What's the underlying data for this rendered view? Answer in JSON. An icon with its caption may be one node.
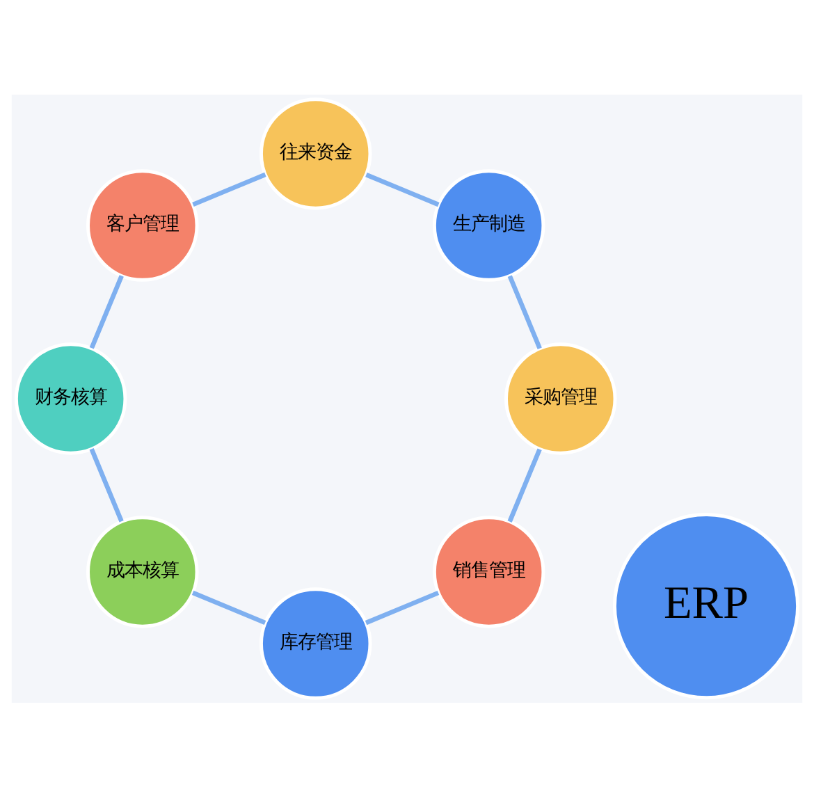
{
  "diagram": {
    "nodes": [
      {
        "text": [
          "ERP"
        ]
      },
      {
        "text": [
          "销售管理"
        ]
      },
      {
        "text": [
          "库存管理"
        ]
      },
      {
        "text": [
          "成本核算"
        ]
      },
      {
        "text": [
          "财务核算"
        ]
      },
      {
        "text": [
          "客户管理"
        ]
      },
      {
        "text": [
          "往来资金"
        ]
      },
      {
        "text": [
          "生产制造"
        ]
      },
      {
        "text": [
          "采购管理"
        ]
      }
    ],
    "edges": [
      {
        "from": 1,
        "to": 2,
        "arrow": "none"
      },
      {
        "from": 2,
        "to": 3,
        "arrow": "none"
      },
      {
        "from": 3,
        "to": 4,
        "arrow": "none"
      },
      {
        "from": 4,
        "to": 5,
        "arrow": "none"
      },
      {
        "from": 5,
        "to": 6,
        "arrow": "none"
      },
      {
        "from": 6,
        "to": 7,
        "arrow": "none"
      },
      {
        "from": 7,
        "to": 8,
        "arrow": "none"
      },
      {
        "from": 8,
        "to": 1,
        "arrow": "none"
      }
    ]
  }
}
